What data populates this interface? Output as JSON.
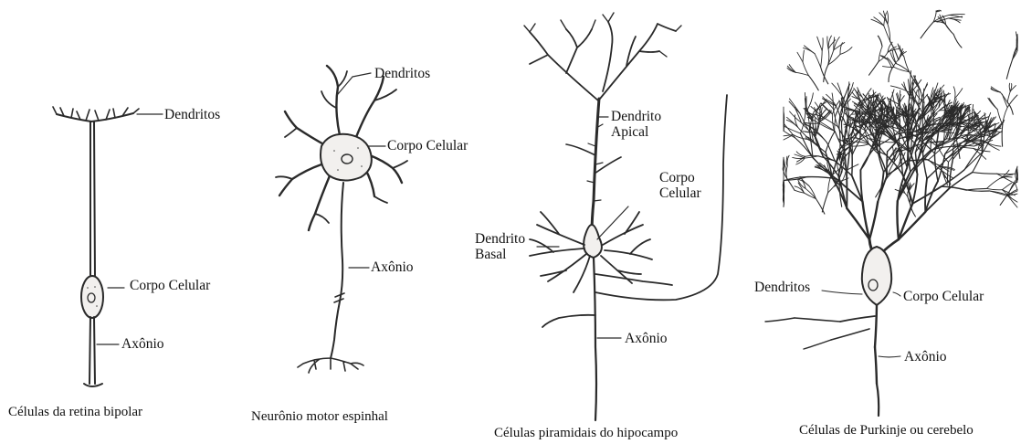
{
  "panels": [
    {
      "caption": "Células da retina bipolar",
      "labels": {
        "dendrites": "Dendritos",
        "cell_body": "Corpo Celular",
        "axon": "Axônio"
      }
    },
    {
      "caption": "Neurônio motor espinhal",
      "labels": {
        "dendrites": "Dendritos",
        "cell_body": "Corpo Celular",
        "axon": "Axônio"
      }
    },
    {
      "caption": "Células piramidais do hipocampo",
      "labels": {
        "apical_dendrite": "Dendrito\nApical",
        "cell_body": "Corpo\nCelular",
        "basal_dendrite": "Dendrito\nBasal",
        "axon": "Axônio"
      }
    },
    {
      "caption": "Células de Purkinje ou cerebelo",
      "labels": {
        "dendrites": "Dendritos",
        "cell_body": "Corpo Celular",
        "axon": "Axônio"
      }
    }
  ]
}
